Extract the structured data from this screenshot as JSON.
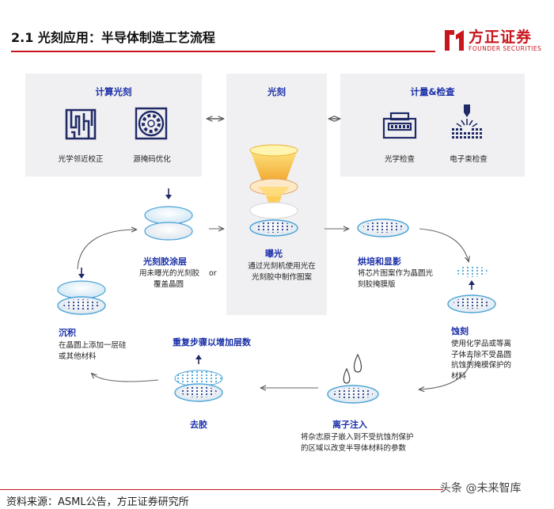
{
  "header": {
    "title": "2.1 光刻应用：半导体制造工艺流程",
    "brand_cn": "方正证券",
    "brand_en": "FOUNDER SECURITIES"
  },
  "panels": {
    "computational": {
      "title": "计算光刻",
      "items": [
        "光学邻近校正",
        "源掩码优化"
      ]
    },
    "lithography": {
      "title": "光刻",
      "step_title": "曝光",
      "desc": [
        "通过光刻机使用光在",
        "光刻胶中制作图案"
      ]
    },
    "metrology": {
      "title": "计量&检查",
      "items": [
        "光学检查",
        "电子束检查"
      ]
    }
  },
  "steps": {
    "coat": {
      "title": "光刻胶涂层",
      "desc": [
        "用未曝光的光刻胶",
        "覆盖晶圆"
      ],
      "stray": "or"
    },
    "bake": {
      "title": "烘培和显影",
      "desc": [
        "将芯片图案作为晶圆光",
        "刻胶掩膜版"
      ]
    },
    "etch": {
      "title": "蚀刻",
      "desc": [
        "使用化学品或等离",
        "子体去除不受晶圆",
        "抗蚀剂掩模保护的",
        "材料"
      ]
    },
    "implant": {
      "title": "离子注入",
      "desc": [
        "将杂志原子嵌入到不受抗蚀剂保护",
        "的区域以改变半导体材料的参数"
      ]
    },
    "strip": {
      "title": "去胶"
    },
    "repeat": {
      "title": "重复步骤以增加层数"
    },
    "deposit": {
      "title": "沉积",
      "desc": [
        "在晶圆上添加一层硅",
        "或其他材料"
      ]
    }
  },
  "footer": {
    "source": "资料来源：ASML公告，方正证券研究所",
    "watermark": "头条 @未来智库"
  },
  "colors": {
    "accent_red": "#c8161d",
    "title_blue": "#1a2fa8",
    "icon_navy": "#1f2a66",
    "panel_gray": "#f0f0f2"
  }
}
